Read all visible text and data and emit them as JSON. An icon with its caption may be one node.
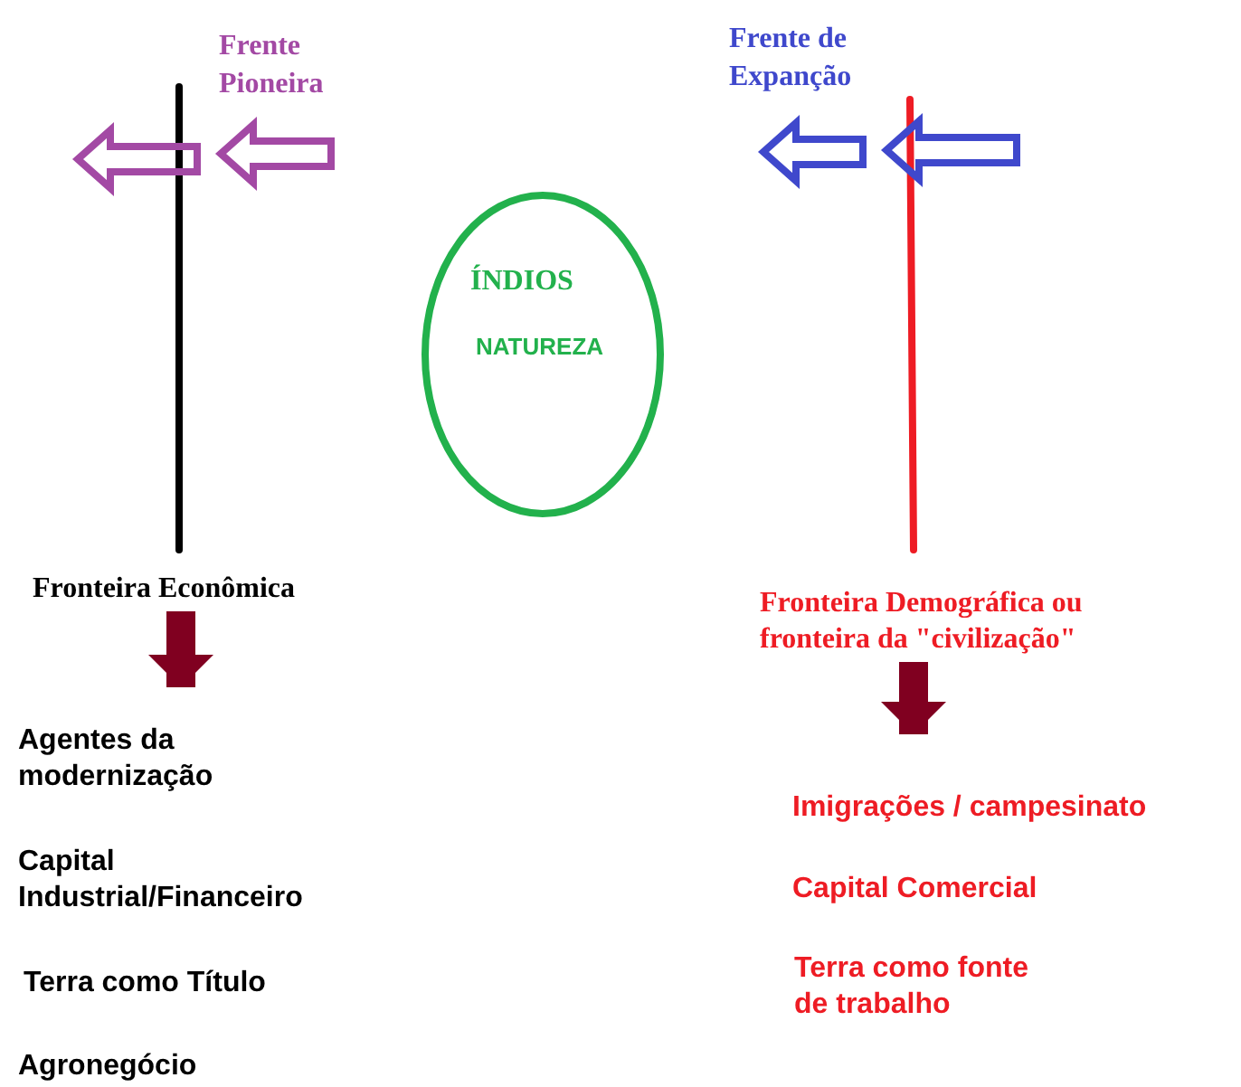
{
  "diagram": {
    "nodes": [
      {
        "text": [
          "Fronteira Econômica"
        ]
      },
      {
        "text": [
          "Agentes da modernização",
          "Capital Industrial/Financeiro",
          "Terra como Título",
          "Agronegócio"
        ]
      },
      {
        "text": [
          "ÍNDIOS",
          "NATUREZA"
        ]
      },
      {
        "text": [
          "Fronteira Demográfica ou fronteira da \"civilização\""
        ]
      },
      {
        "text": [
          "Imigrações / campesinato",
          "Capital Comercial",
          "Terra como fonte de trabalho"
        ]
      }
    ],
    "edges": [
      {
        "from": 0,
        "to": 1,
        "arrow": "to"
      },
      {
        "from": 3,
        "to": 4,
        "arrow": "to"
      }
    ],
    "labels": [
      "Frente Pioneira",
      "Frente de Expanção"
    ]
  }
}
